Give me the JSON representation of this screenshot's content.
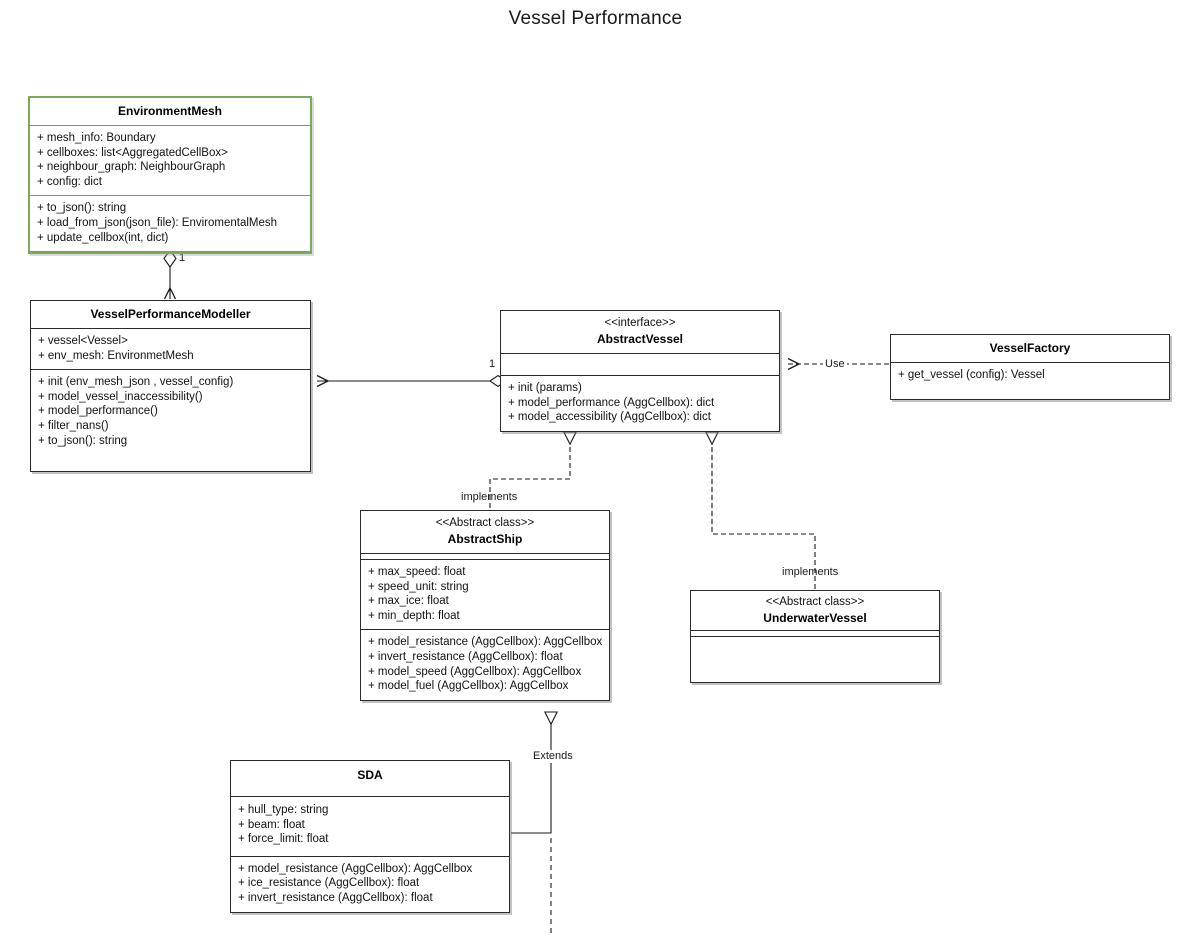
{
  "title": "Vessel Performance",
  "colors": {
    "accent_green": "#7aab5a",
    "line": "#2b2b2b",
    "text": "#111111",
    "background": "#ffffff"
  },
  "classes": {
    "environment_mesh": {
      "name": "EnvironmentMesh",
      "stereotype": "",
      "attributes": [
        "+ mesh_info: Boundary",
        "+ cellboxes: list<AggregatedCellBox>",
        "+ neighbour_graph: NeighbourGraph",
        "+ config: dict"
      ],
      "methods": [
        "+ to_json(): string",
        "+ load_from_json(json_file): EnviromentalMesh",
        "+ update_cellbox(int, dict)"
      ]
    },
    "vessel_performance_modeller": {
      "name": "VesselPerformanceModeller",
      "stereotype": "",
      "attributes": [
        "+ vessel<Vessel>",
        "+ env_mesh: EnvironmetMesh"
      ],
      "methods": [
        "+ init (env_mesh_json , vessel_config)",
        "+ model_vessel_inaccessibility()",
        "+ model_performance()",
        "+ filter_nans()",
        "+ to_json(): string"
      ]
    },
    "abstract_vessel": {
      "name": "AbstractVessel",
      "stereotype": "<<interface>>",
      "attributes": [],
      "methods": [
        "+ init (params)",
        "+ model_performance (AggCellbox): dict",
        "+ model_accessibility (AggCellbox): dict"
      ]
    },
    "vessel_factory": {
      "name": "VesselFactory",
      "stereotype": "",
      "attributes": [],
      "methods": [
        "+ get_vessel (config): Vessel"
      ]
    },
    "abstract_ship": {
      "name": "AbstractShip",
      "stereotype": "<<Abstract class>>",
      "attributes": [
        "+ max_speed: float",
        "+ speed_unit: string",
        "+ max_ice: float",
        "+ min_depth: float"
      ],
      "methods": [
        "+ model_resistance (AggCellbox): AggCellbox",
        "+ invert_resistance (AggCellbox): float",
        "+ model_speed (AggCellbox): AggCellbox",
        "+ model_fuel (AggCellbox): AggCellbox"
      ]
    },
    "underwater_vessel": {
      "name": "UnderwaterVessel",
      "stereotype": "<<Abstract class>>",
      "attributes": [],
      "methods": []
    },
    "sda": {
      "name": "SDA",
      "stereotype": "",
      "attributes": [
        "+ hull_type: string",
        "+ beam: float",
        "+ force_limit: float"
      ],
      "methods": [
        "+ model_resistance (AggCellbox): AggCellbox",
        "+ ice_resistance (AggCellbox): float",
        "+ invert_resistance (AggCellbox): float"
      ]
    }
  },
  "relationships": [
    {
      "id": "mesh-to-modeller",
      "type": "aggregation",
      "from": "EnvironmentMesh",
      "to": "VesselPerformanceModeller",
      "label": "",
      "multiplicity": "1"
    },
    {
      "id": "modeller-to-vessel",
      "type": "aggregation",
      "from": "AbstractVessel",
      "to": "VesselPerformanceModeller",
      "label": "",
      "multiplicity": "1"
    },
    {
      "id": "factory-uses-vessel",
      "type": "dependency",
      "from": "VesselFactory",
      "to": "AbstractVessel",
      "label": "Use",
      "multiplicity": ""
    },
    {
      "id": "ship-implements-vessel",
      "type": "realization",
      "from": "AbstractShip",
      "to": "AbstractVessel",
      "label": "implements",
      "multiplicity": ""
    },
    {
      "id": "underwater-implements-vessel",
      "type": "realization",
      "from": "UnderwaterVessel",
      "to": "AbstractVessel",
      "label": "implements",
      "multiplicity": ""
    },
    {
      "id": "sda-extends-ship",
      "type": "generalization",
      "from": "SDA",
      "to": "AbstractShip",
      "label": "Extends",
      "multiplicity": ""
    }
  ],
  "edge_labels": {
    "mult_mesh": "1",
    "mult_vessel": "1",
    "use": "Use",
    "implements_left": "implements",
    "implements_right": "implements",
    "extends": "Extends"
  }
}
